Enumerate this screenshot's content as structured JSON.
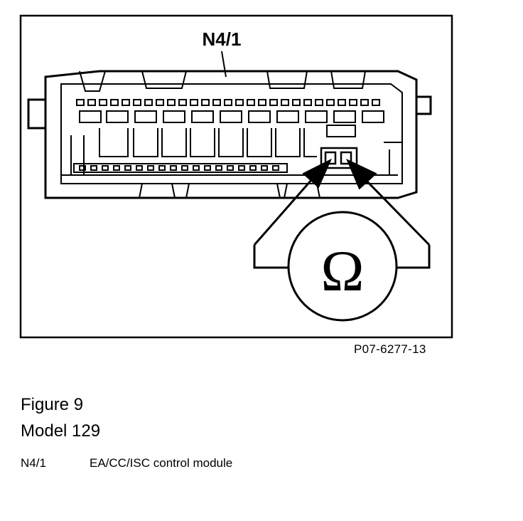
{
  "diagram": {
    "connector_label": "N4/1",
    "symbol": "Ω",
    "reference_code": "P07-6277-13"
  },
  "caption": {
    "figure": "Figure 9",
    "model": "Model 129"
  },
  "legend": [
    {
      "code": "N4/1",
      "description": "EA/CC/ISC control module"
    }
  ],
  "colors": {
    "ink": "#000000",
    "paper": "#ffffff"
  },
  "icons": {
    "resistance_symbol": "ohm-icon"
  }
}
